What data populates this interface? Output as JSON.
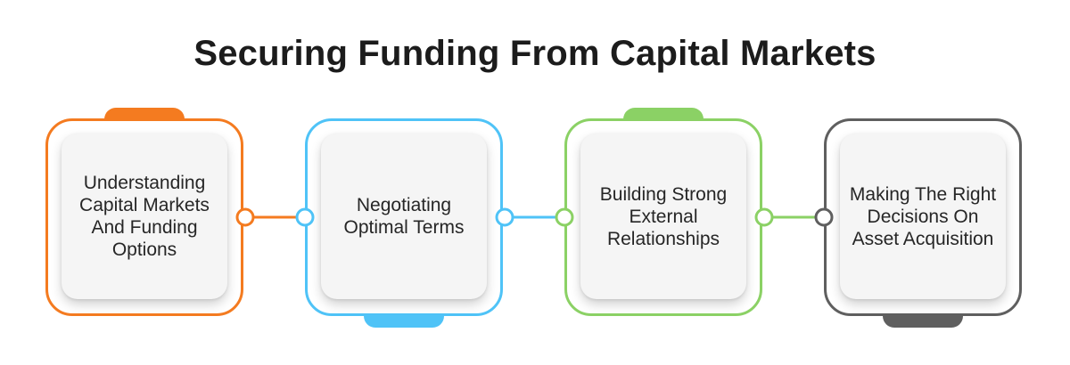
{
  "title": "Securing Funding From Capital Markets",
  "steps": [
    {
      "label": "Understanding Capital Markets And Funding Options",
      "color": "#f47b20"
    },
    {
      "label": "Negotiating Optimal Terms",
      "color": "#4fc3f7"
    },
    {
      "label": "Building Strong External Relationships",
      "color": "#8bd165"
    },
    {
      "label": "Making The Right Decisions On Asset Acquisition",
      "color": "#5f5f5f"
    }
  ]
}
